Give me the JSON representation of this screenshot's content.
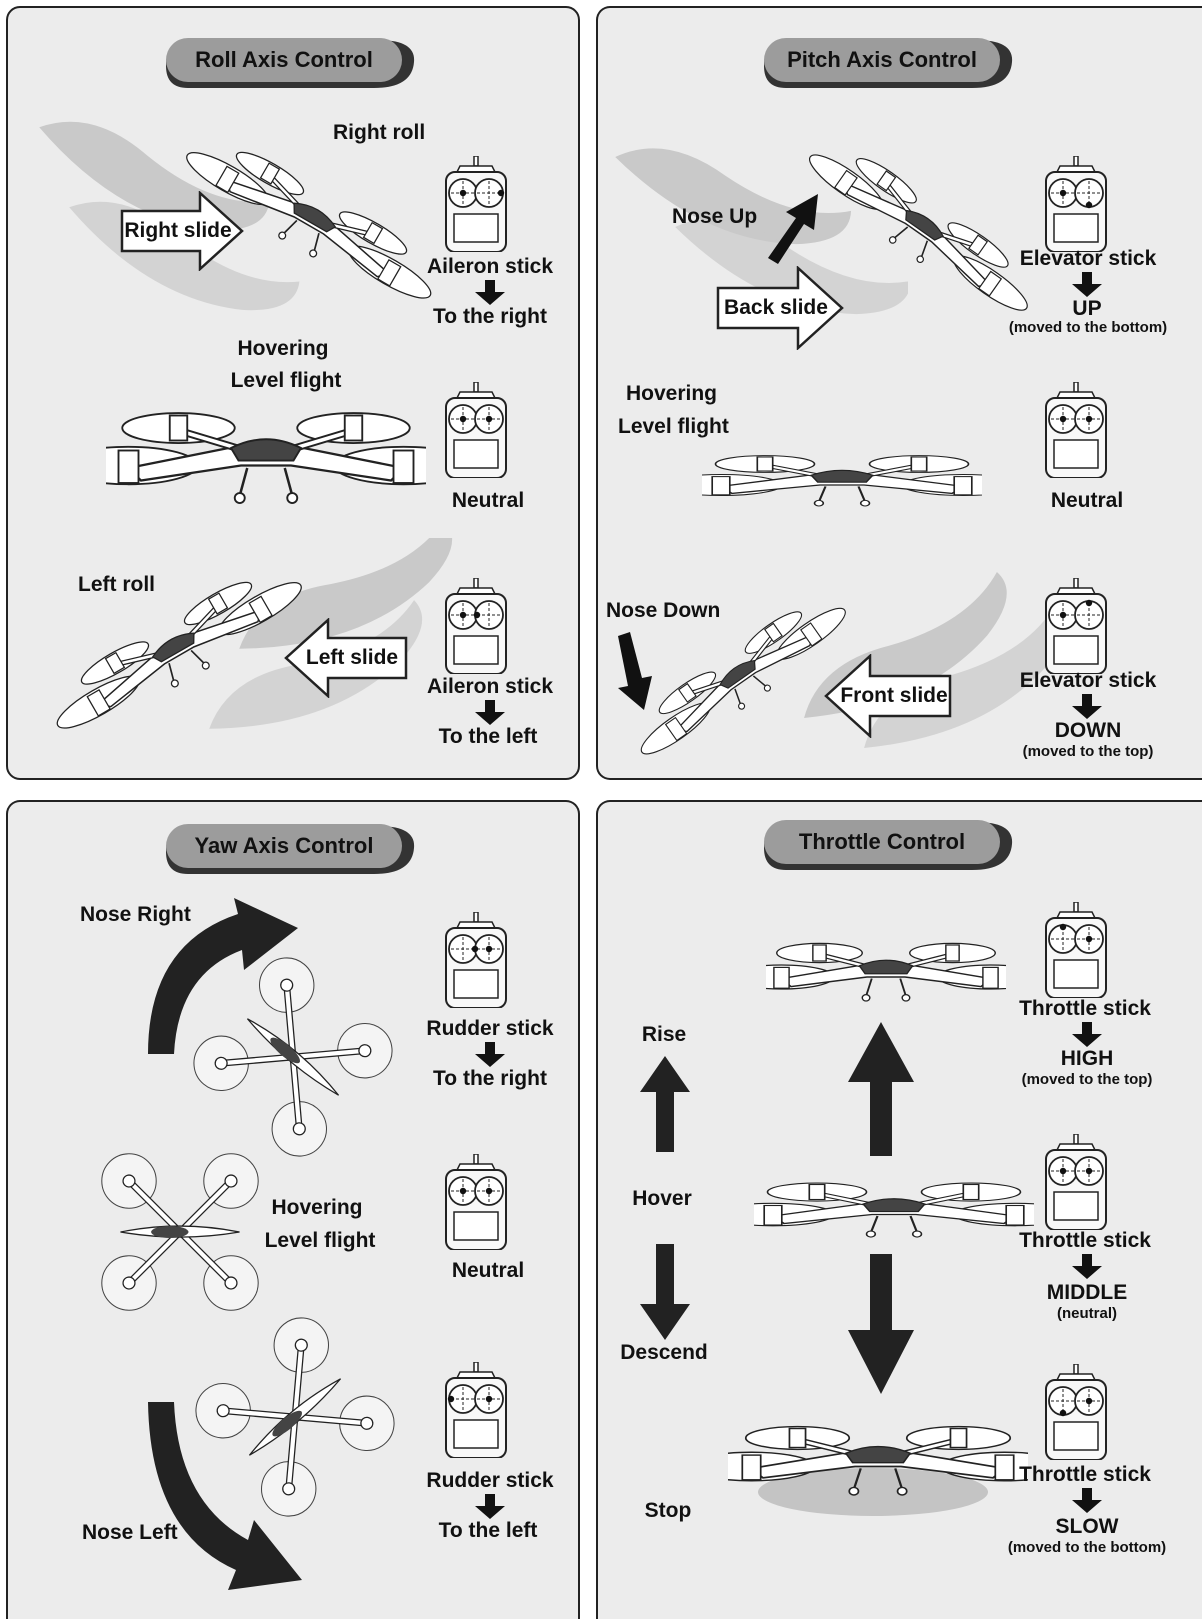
{
  "roll": {
    "title": "Roll Axis Control",
    "right_roll": "Right roll",
    "right_slide": "Right slide",
    "stick_right": "Aileron stick",
    "dir_right": "To the right",
    "hover_1": "Hovering",
    "hover_2": "Level flight",
    "neutral": "Neutral",
    "left_roll": "Left roll",
    "left_slide": "Left slide",
    "stick_left": "Aileron stick",
    "dir_left": "To the left"
  },
  "pitch": {
    "title": "Pitch Axis Control",
    "nose_up": "Nose Up",
    "back_slide": "Back slide",
    "stick_up": "Elevator stick",
    "dir_up": "UP",
    "note_up": "(moved to the bottom)",
    "hover_1": "Hovering",
    "hover_2": "Level flight",
    "neutral": "Neutral",
    "nose_down": "Nose Down",
    "front_slide": "Front slide",
    "stick_down": "Elevator stick",
    "dir_down": "DOWN",
    "note_down": "(moved to the top)"
  },
  "yaw": {
    "title": "Yaw Axis Control",
    "nose_right": "Nose Right",
    "stick_right": "Rudder stick",
    "dir_right": "To the right",
    "hover_1": "Hovering",
    "hover_2": "Level flight",
    "neutral": "Neutral",
    "nose_left": "Nose Left",
    "stick_left": "Rudder stick",
    "dir_left": "To the left"
  },
  "throttle": {
    "title": "Throttle Control",
    "rise": "Rise",
    "hover": "Hover",
    "descend": "Descend",
    "stop": "Stop",
    "stick_high": "Throttle stick",
    "dir_high": "HIGH",
    "note_high": "(moved to the top)",
    "stick_mid": "Throttle stick",
    "dir_mid": "MIDDLE",
    "note_mid": "(neutral)",
    "stick_slow": "Throttle stick",
    "dir_slow": "SLOW",
    "note_slow": "(moved to the bottom)"
  },
  "colors": {
    "panel": "#ececec",
    "pill": "#9a9a9a",
    "ink": "#111111",
    "drone_body": "#444444",
    "ghost": "#c4c4c4"
  },
  "icons": [
    "transmitter-icon",
    "drone-icon",
    "block-arrow-icon",
    "curved-arrow-icon",
    "slide-arrow-icon"
  ]
}
